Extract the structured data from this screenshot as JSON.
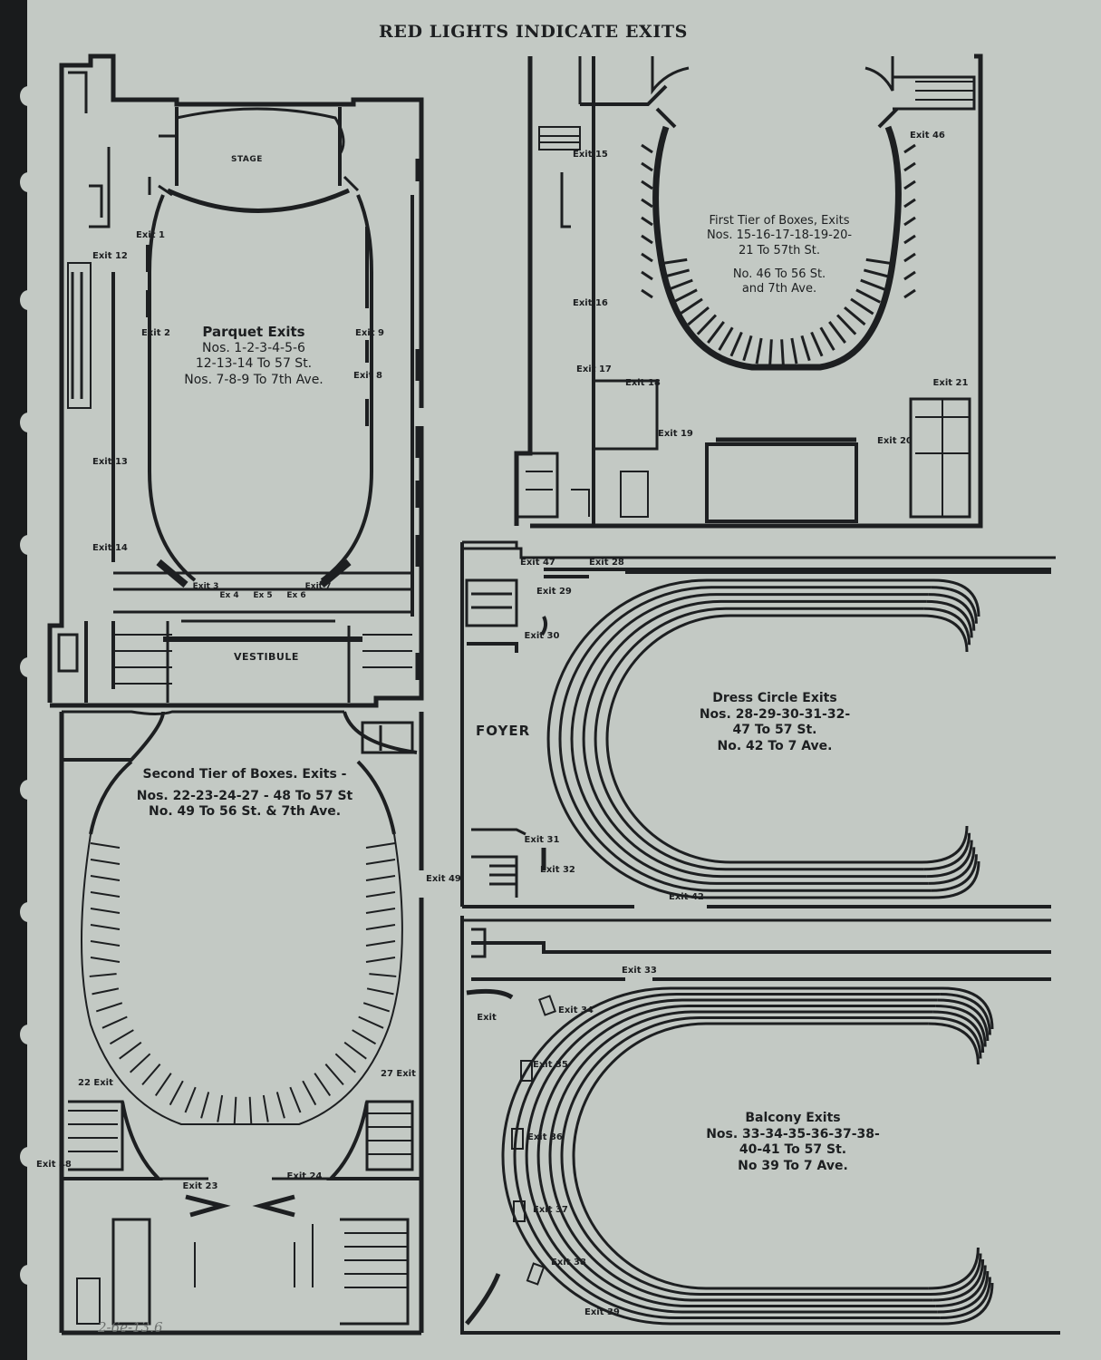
{
  "title": "RED LIGHTS INDICATE EXITS",
  "handwritten_note": "2-6e-13.6",
  "ink_color": "#1d1f21",
  "paper_color": "#c3c9c4",
  "parquet": {
    "heading": "Parquet Exits",
    "lines": [
      "Nos. 1-2-3-4-5-6",
      "12-13-14 To 57 St.",
      "Nos. 7-8-9 To 7th Ave."
    ],
    "stage": "STAGE",
    "vestibule": "VESTIBULE",
    "exits": {
      "e1": "Exit 1",
      "e2": "Exit 2",
      "e3": "Exit 3",
      "e4": "Ex 4",
      "e5": "Ex 5",
      "e6": "Ex 6",
      "e7": "Exit 7",
      "e8": "Exit 8",
      "e9": "Exit 9",
      "e12": "Exit 12",
      "e13": "Exit 13",
      "e14": "Exit 14"
    }
  },
  "first_tier": {
    "lines": [
      "First Tier of Boxes, Exits",
      "Nos. 15-16-17-18-19-20-",
      "21 To 57th St.",
      "No. 46 To 56 St.",
      "and 7th Ave."
    ],
    "exits": {
      "e15": "Exit 15",
      "e16": "Exit 16",
      "e17": "Exit 17",
      "e18": "Exit 18",
      "e19": "Exit 19",
      "e20": "Exit 20",
      "e21": "Exit 21",
      "e46": "Exit 46"
    }
  },
  "second_tier": {
    "lines": [
      "Second Tier of Boxes. Exits -",
      "Nos. 22-23-24-27 - 48 To 57 St",
      "No. 49 To 56 St. & 7th Ave."
    ],
    "exits": {
      "e22": "22 Exit",
      "e23": "Exit 23",
      "e24": "Exit 24",
      "e27": "27 Exit",
      "e48": "Exit 48",
      "e49": "Exit 49"
    }
  },
  "dress_circle": {
    "lines": [
      "Dress Circle Exits",
      "Nos. 28-29-30-31-32-",
      "47 To 57 St.",
      "No. 42 To 7 Ave."
    ],
    "foyer": "FOYER",
    "exits": {
      "e28": "Exit 28",
      "e29": "Exit 29",
      "e30": "Exit 30",
      "e31": "Exit 31",
      "e32": "Exit 32",
      "e42": "Exit 42",
      "e47": "Exit 47"
    }
  },
  "balcony": {
    "lines": [
      "Balcony Exits",
      "Nos. 33-34-35-36-37-38-",
      "40-41 To 57 St.",
      "No 39 To 7 Ave."
    ],
    "exits": {
      "e33": "Exit 33",
      "e34": "Exit 34",
      "e35": "Exit 35",
      "e36": "Exit 36",
      "e37": "Exit 37",
      "e38": "Exit 38",
      "e39": "Exit 39",
      "ex": "Exit"
    }
  }
}
